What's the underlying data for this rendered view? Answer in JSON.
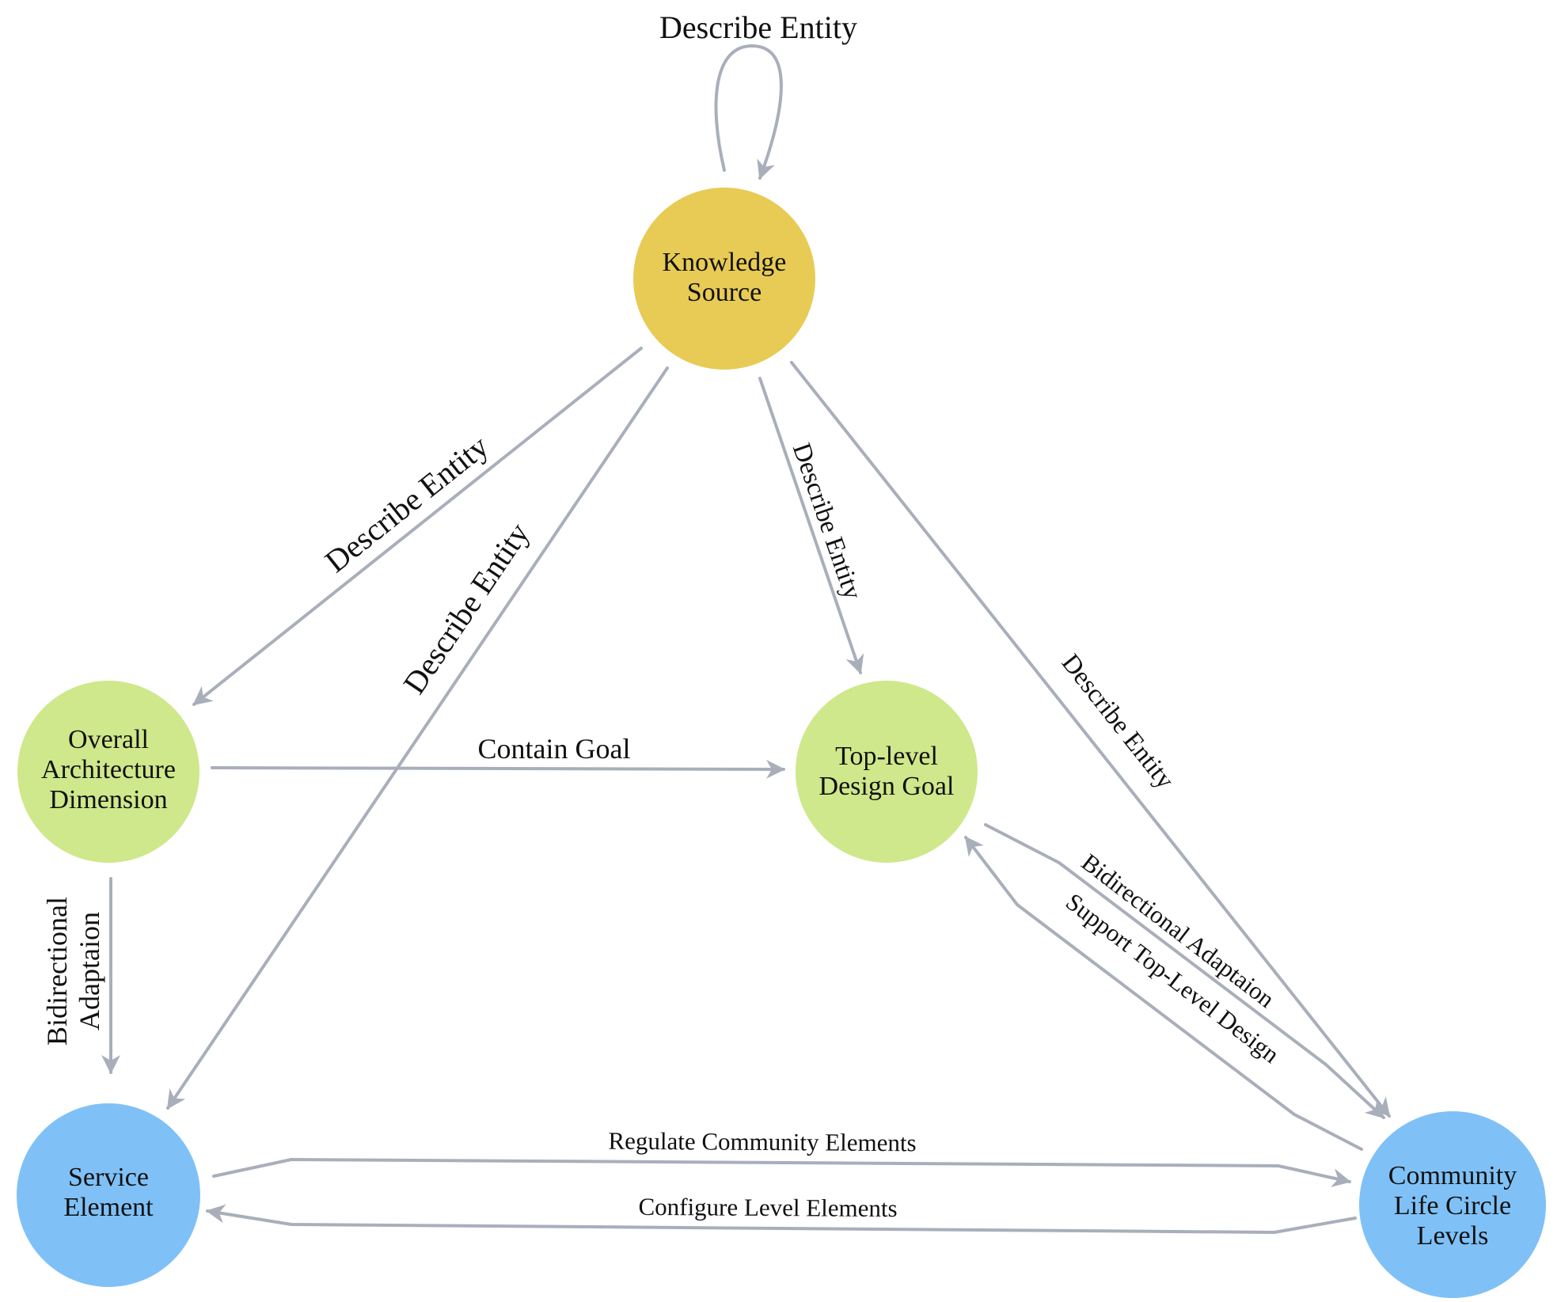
{
  "colors": {
    "edge": "#a9afba",
    "node_yellow": "#e8cb55",
    "node_green": "#cfe88b",
    "node_blue": "#7fc1f7"
  },
  "nodes": [
    {
      "id": "knowledge-source",
      "lines": [
        "Knowledge",
        "Source"
      ],
      "color": "#e8cb55"
    },
    {
      "id": "overall-architecture-dimension",
      "lines": [
        "Overall",
        "Architecture",
        "Dimension"
      ],
      "color": "#cfe88b"
    },
    {
      "id": "top-level-design-goal",
      "lines": [
        "Top-level",
        "Design Goal"
      ],
      "color": "#cfe88b"
    },
    {
      "id": "service-element",
      "lines": [
        "Service",
        "Element"
      ],
      "color": "#7fc1f7"
    },
    {
      "id": "community-life-circle-levels",
      "lines": [
        "Community",
        "Life Circle",
        "Levels"
      ],
      "color": "#7fc1f7"
    }
  ],
  "edges": [
    {
      "id": "self-loop",
      "from": "knowledge-source",
      "to": "knowledge-source",
      "label": "Describe Entity"
    },
    {
      "id": "ks-to-oad",
      "from": "knowledge-source",
      "to": "overall-architecture-dimension",
      "label": "Describe Entity"
    },
    {
      "id": "ks-to-se",
      "from": "knowledge-source",
      "to": "service-element",
      "label": "Describe Entity"
    },
    {
      "id": "ks-to-tdg",
      "from": "knowledge-source",
      "to": "top-level-design-goal",
      "label": "Describe Entity"
    },
    {
      "id": "ks-to-clcl",
      "from": "knowledge-source",
      "to": "community-life-circle-levels",
      "label": "Describe Entity"
    },
    {
      "id": "oad-to-tdg",
      "from": "overall-architecture-dimension",
      "to": "top-level-design-goal",
      "label": "Contain Goal"
    },
    {
      "id": "oad-to-se",
      "from": "overall-architecture-dimension",
      "to": "service-element",
      "label": [
        "Bidirectional",
        "Adaptaion"
      ]
    },
    {
      "id": "tdg-to-clcl",
      "from": "top-level-design-goal",
      "to": "community-life-circle-levels",
      "label": "Bidirectional Adaptaion"
    },
    {
      "id": "clcl-to-tdg",
      "from": "community-life-circle-levels",
      "to": "top-level-design-goal",
      "label": "Support Top-Level Design"
    },
    {
      "id": "se-to-clcl",
      "from": "service-element",
      "to": "community-life-circle-levels",
      "label": "Regulate Community Elements"
    },
    {
      "id": "clcl-to-se",
      "from": "community-life-circle-levels",
      "to": "service-element",
      "label": "Configure Level Elements"
    }
  ]
}
